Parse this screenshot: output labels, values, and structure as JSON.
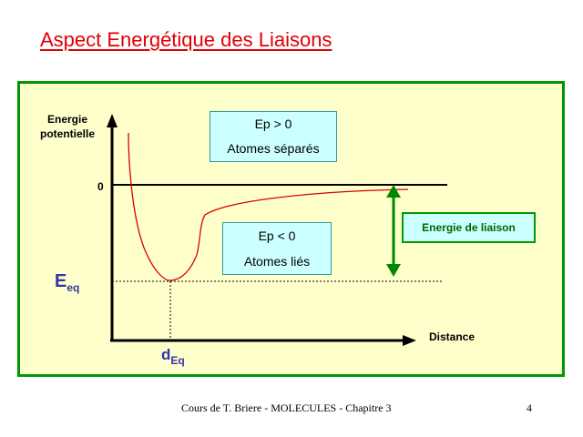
{
  "slide": {
    "title": "Aspect Energétique des Liaisons",
    "footer": "Cours de T. Briere - MOLECULES - Chapitre 3",
    "page_number": "4"
  },
  "diagram": {
    "y_axis_label_line1": "Energie",
    "y_axis_label_line2": "potentielle",
    "zero_label": "0",
    "x_axis_label": "Distance",
    "eeq_main": "E",
    "eeq_sub": "eq",
    "deq_main": "d",
    "deq_sub": "Eq",
    "box_positive": {
      "line1": "Ep > 0",
      "line2": "Atomes séparés"
    },
    "box_negative": {
      "line1": "Ep < 0",
      "line2": "Atomes liés"
    },
    "bond_energy_label": "Energie de liaison"
  },
  "colors": {
    "title": "#e00000",
    "panel_background": "#ffffcc",
    "panel_border": "#009900",
    "curve": "#dd0000",
    "arrow": "#008800",
    "box_fill": "#ccffff",
    "label_blue": "#3333aa"
  }
}
